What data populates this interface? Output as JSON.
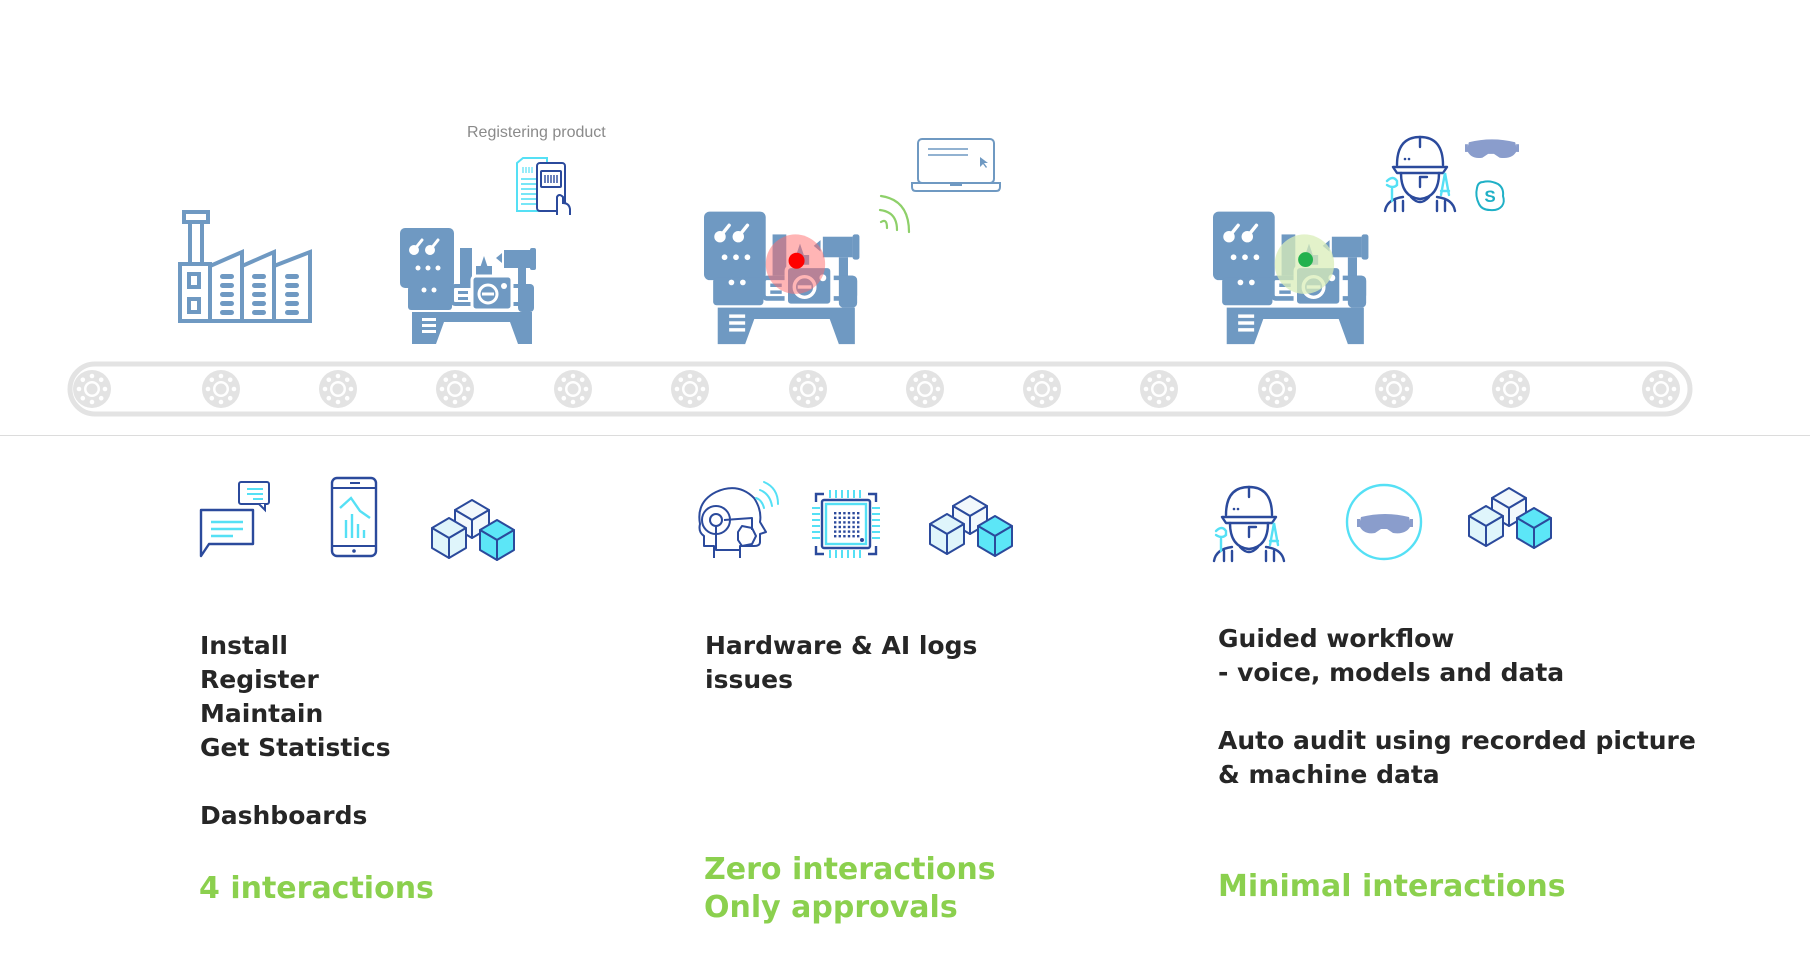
{
  "colors": {
    "machine": "#6f99c2",
    "outline_dark": "#2b4a9c",
    "accent_cyan": "#55e0f5",
    "conveyor": "#e6e6e6",
    "alert_red": "#ff0000",
    "ok_green": "#23b14d",
    "signal_green": "#8ed06a",
    "text_dark": "#262626",
    "text_green": "#8bd04e",
    "caption_gray": "#8a8a8a"
  },
  "top_scene": {
    "registering_caption": "Registering product",
    "icons": [
      "factory-icon",
      "lathe-machine-icon",
      "registering-product-icon",
      "lathe-machine-alert-icon",
      "wireless-signal-icon",
      "laptop-icon",
      "lathe-machine-ok-icon",
      "technician-icon",
      "mixed-reality-headset-icon",
      "skype-icon"
    ],
    "machine_status": [
      {
        "name": "machine-1",
        "status": "none"
      },
      {
        "name": "machine-2",
        "status": "alert"
      },
      {
        "name": "machine-3",
        "status": "ok"
      }
    ],
    "conveyor_wheel_count": 14
  },
  "columns": [
    {
      "icons": [
        "chat-bubbles-icon",
        "smartphone-chart-icon",
        "blocks-icon"
      ],
      "lines": [
        "Install",
        "Register",
        "Maintain",
        "Get Statistics",
        "",
        "Dashboards"
      ],
      "result": [
        "4 interactions"
      ]
    },
    {
      "icons": [
        "ai-head-gears-icon",
        "processor-chip-icon",
        "blocks-icon"
      ],
      "lines": [
        "Hardware & AI logs",
        "issues"
      ],
      "result": [
        "Zero interactions",
        "Only approvals"
      ]
    },
    {
      "icons": [
        "technician-icon",
        "mixed-reality-headset-circle-icon",
        "blocks-icon"
      ],
      "lines": [
        "Guided workflow",
        "- voice, models and data",
        "",
        "Auto audit using recorded picture",
        "& machine data"
      ],
      "result": [
        "Minimal interactions"
      ]
    }
  ]
}
